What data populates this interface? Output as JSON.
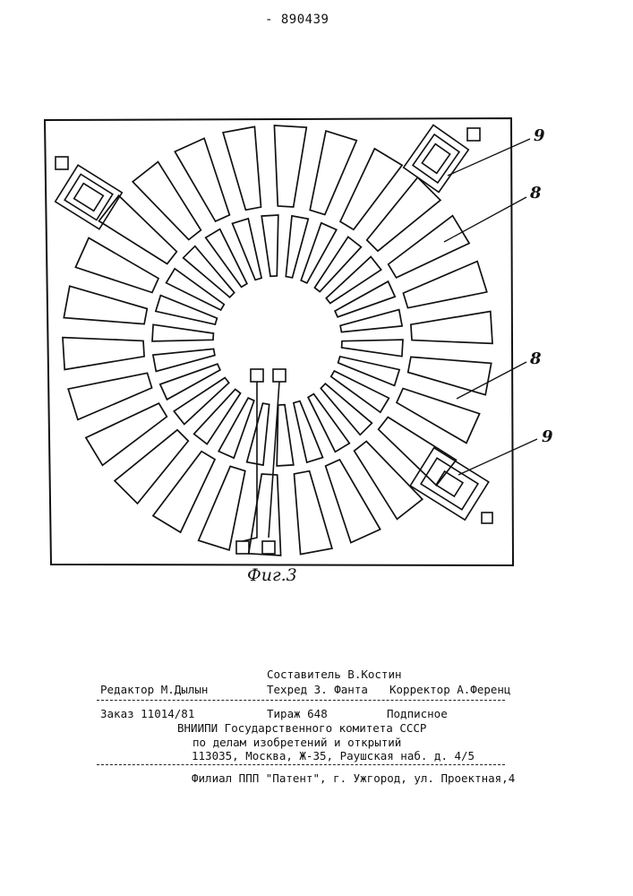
{
  "header": {
    "patent_number": "890439"
  },
  "figure": {
    "caption": "Фиг.3",
    "callouts": [
      "9",
      "8",
      "8",
      "9"
    ],
    "segment_count": 26,
    "ring_colors": {
      "line": "#111111",
      "fill": "#ffffff"
    }
  },
  "imprint": {
    "compiler": "Составитель В.Костин",
    "editor": "Редактор М.Дылын",
    "techred": "Техред З. Фанта",
    "corrector": "Корректор А.Ференц",
    "order": "Заказ 11014/81",
    "circulation": "Тираж 648",
    "subscription": "Подписное",
    "org_line1": "ВНИИПИ Государственного комитета СССР",
    "org_line2": "по делам изобретений и открытий",
    "address": "113035, Москва, Ж-35, Раушская наб. д. 4/5",
    "branch": "Филиал ППП \"Патент\", г. Ужгород, ул. Проектная,4"
  }
}
